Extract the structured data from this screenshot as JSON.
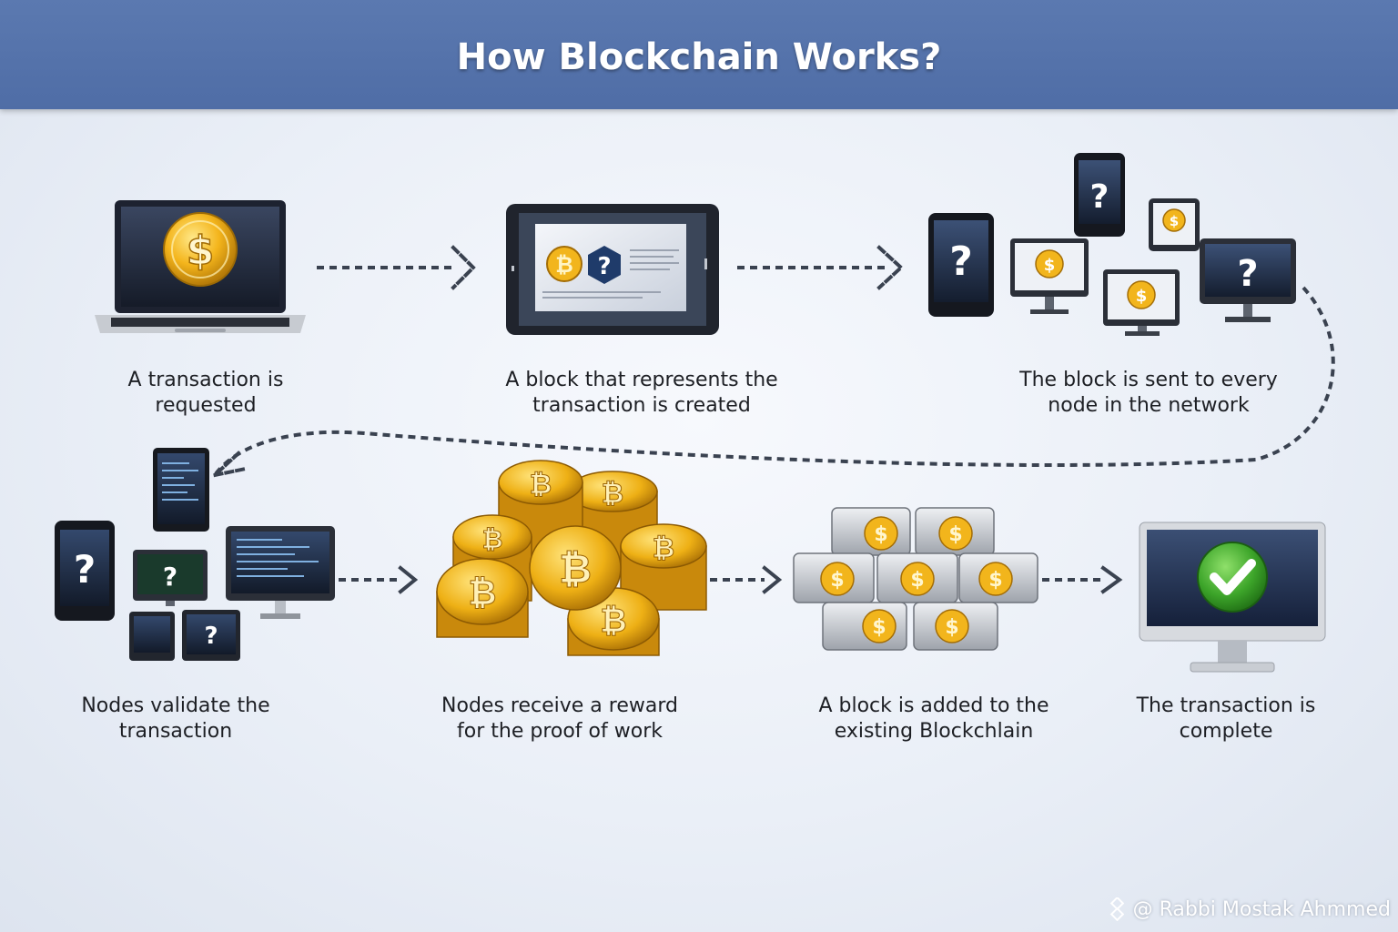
{
  "title": "How Blockchain Works?",
  "steps": [
    {
      "line1": "A transaction is",
      "line2": "requested"
    },
    {
      "line1": "A block that represents the",
      "line2": "transaction is created"
    },
    {
      "line1": "The block is sent to every",
      "line2": "node in the network"
    },
    {
      "line1": "Nodes validate the",
      "line2": "transaction"
    },
    {
      "line1": "Nodes receive a reward",
      "line2": "for the proof of work"
    },
    {
      "line1": "A block is added to the",
      "line2": "existing Blockchlain"
    },
    {
      "line1": "The transaction is",
      "line2": "complete"
    }
  ],
  "watermark": "@ Rabbi  Mostak Ahmmed",
  "icons": {
    "coin": "dollar-coin-icon",
    "bitcoin": "bitcoin-icon",
    "question": "question-mark-icon",
    "check": "checkmark-icon"
  },
  "colors": {
    "header": "#5475ae",
    "gold": "#f2b51c",
    "check_green": "#3da52a",
    "screen": "#22324f",
    "arrow": "#3a4250"
  }
}
